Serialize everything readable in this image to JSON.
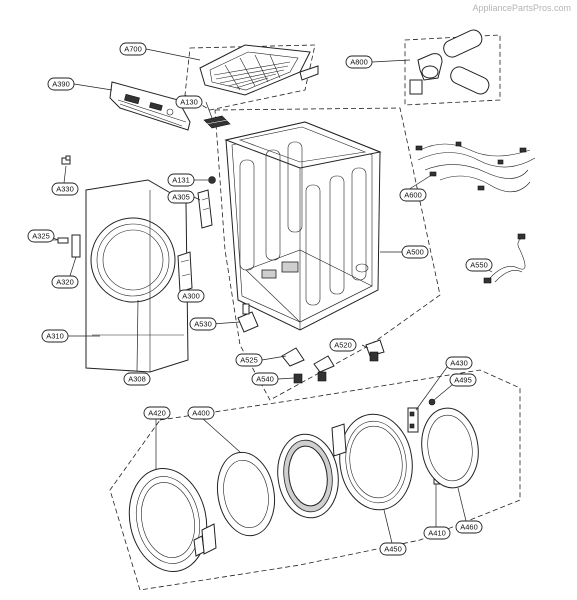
{
  "watermark": "AppliancePartsPros.com",
  "labels": {
    "a700": "A700",
    "a800": "A800",
    "a390": "A390",
    "a130": "A130",
    "a330": "A330",
    "a131": "A131",
    "a305": "A305",
    "a600": "A600",
    "a325": "A325",
    "a500": "A500",
    "a550": "A550",
    "a320": "A320",
    "a300": "A300",
    "a530": "A530",
    "a310": "A310",
    "a520": "A520",
    "a525": "A525",
    "a308": "A308",
    "a540": "A540",
    "a430": "A430",
    "a495": "A495",
    "a420": "A420",
    "a400": "A400",
    "a450": "A450",
    "a410": "A410",
    "a460": "A460"
  }
}
